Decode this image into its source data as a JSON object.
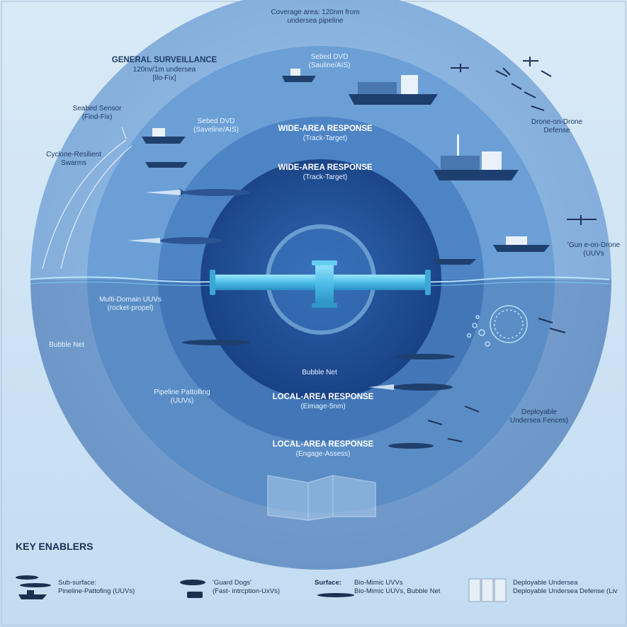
{
  "labels": {
    "coverage_line1": "Coverage area: 120nm from",
    "coverage_line2": "undersea pipeline",
    "general_title": "GENERAL SURVEILLANCE",
    "general_line1": "120nv/1m undersea",
    "general_line2": "[Ilo-Fix]",
    "seabed_sensor_line1": "Seabed Sensor",
    "seabed_sensor_line2": "(Find-Fix)",
    "cyclone_line1": "Cyclone-Resilient",
    "cyclone_line2": "Swarms",
    "sebed_top_line1": "Sebed DVD",
    "sebed_top_line2": "(Sauline/AIS)",
    "sebed_mid_line1": "Sebed DVD",
    "sebed_mid_line2": "(Saveline/AIS)",
    "wide1_title": "WIDE-AREA RESPONSE",
    "wide1_sub": "(Track-Target)",
    "wide2_title": "WIDE-AREA RESPONSE",
    "wide2_sub": "(Track-Target)",
    "drone_defense_line1": "Drone-on-Drone",
    "drone_defense_line2": "Defense",
    "gun_drone_line1": "'Gun e-on-Drone",
    "gun_drone_line2": "(UUVs",
    "multi_line1": "Multi-Domain UUVs",
    "multi_line2": "(rocket-propel)",
    "bubble_left": "Bubble Net",
    "bubble_center": "Bubble Net",
    "pipeline_patrol_line1": "Pipeline Pattolling",
    "pipeline_patrol_line2": "(UUVs)",
    "local1_title": "LOCAL-AREA RESPONSE",
    "local1_sub": "(Eimage-5nm)",
    "local2_title": "LOCAL-AREA RESPONSE",
    "local2_sub": "(Engage-Assess)",
    "fences_line1": "Deployable",
    "fences_line2": "Undersea Fences)"
  },
  "legend": {
    "title": "KEY ENABLERS",
    "item1_line1": "Sub-surface:",
    "item1_line2": "Pineline-Pattofing (UUVs)",
    "item2_line1": "'Guard Dogs'",
    "item2_line2": "(Fast- intrcption-UxVs)",
    "item3_bold": "Surface:",
    "item3_line1": "Bio-Mimic UVVs",
    "item3_line2": "Bio-Mimic UUVs, Bubble Net",
    "item4_line1": "Deployable Undersea",
    "item4_line2": "Deployable Undersea Defense (Liv"
  },
  "colors": {
    "sky": "#cfe3f4",
    "ring_outer": "#8fb8e2",
    "ring_2": "#5d93cf",
    "ring_3": "#3f76bb",
    "ring_4": "#2b5ca6",
    "core": "#1f4a8e",
    "pipeline": "#4fc3ec",
    "water_line": "#9fd8f5",
    "text_dark": "#1f3c66"
  },
  "icons": [
    "surface-ship-icon",
    "cargo-ship-icon",
    "aerial-drone-icon",
    "uuv-torpedo-icon",
    "pipeline-icon",
    "bubble-ring-icon",
    "fence-panel-icon"
  ]
}
